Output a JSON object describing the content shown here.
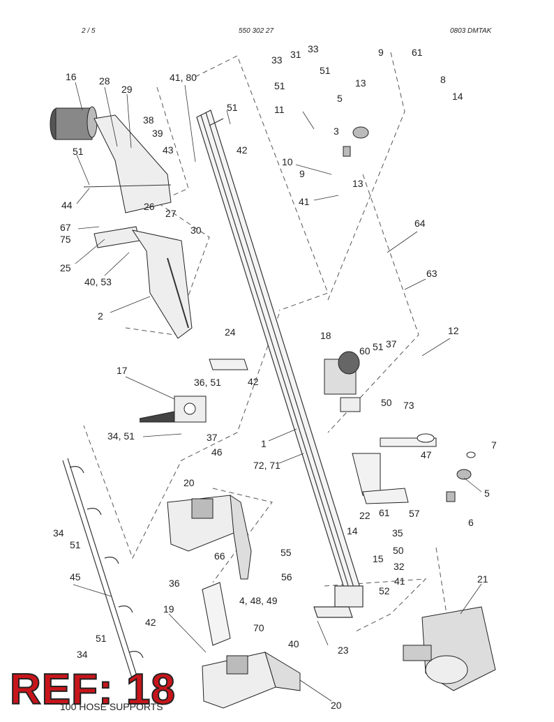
{
  "header": {
    "page": "2 /   5",
    "part_number": "550 302 27",
    "code": "0803   DMTAK"
  },
  "caption": "100 HOSE SUPPORTS",
  "ref_badge": "REF: 18",
  "callouts": [
    {
      "label": "16"
    },
    {
      "label": "28"
    },
    {
      "label": "29"
    },
    {
      "label": "38"
    },
    {
      "label": "39"
    },
    {
      "label": "43"
    },
    {
      "label": "51"
    },
    {
      "label": "44"
    },
    {
      "label": "26"
    },
    {
      "label": "27"
    },
    {
      "label": "67"
    },
    {
      "label": "75"
    },
    {
      "label": "30"
    },
    {
      "label": "25"
    },
    {
      "label": "40, 53"
    },
    {
      "label": "2"
    },
    {
      "label": "41, 80"
    },
    {
      "label": "51"
    },
    {
      "label": "42"
    },
    {
      "label": "33"
    },
    {
      "label": "31"
    },
    {
      "label": "33"
    },
    {
      "label": "51"
    },
    {
      "label": "51"
    },
    {
      "label": "11"
    },
    {
      "label": "13"
    },
    {
      "label": "9"
    },
    {
      "label": "61"
    },
    {
      "label": "8"
    },
    {
      "label": "14"
    },
    {
      "label": "5"
    },
    {
      "label": "3"
    },
    {
      "label": "10"
    },
    {
      "label": "9"
    },
    {
      "label": "13"
    },
    {
      "label": "41"
    },
    {
      "label": "64"
    },
    {
      "label": "63"
    },
    {
      "label": "12"
    },
    {
      "label": "18"
    },
    {
      "label": "60"
    },
    {
      "label": "51"
    },
    {
      "label": "37"
    },
    {
      "label": "24"
    },
    {
      "label": "17"
    },
    {
      "label": "36, 51"
    },
    {
      "label": "42"
    },
    {
      "label": "34, 51"
    },
    {
      "label": "37"
    },
    {
      "label": "46"
    },
    {
      "label": "1"
    },
    {
      "label": "72, 71"
    },
    {
      "label": "50"
    },
    {
      "label": "73"
    },
    {
      "label": "47"
    },
    {
      "label": "7"
    },
    {
      "label": "5"
    },
    {
      "label": "6"
    },
    {
      "label": "57"
    },
    {
      "label": "22"
    },
    {
      "label": "61"
    },
    {
      "label": "35"
    },
    {
      "label": "50"
    },
    {
      "label": "14"
    },
    {
      "label": "15"
    },
    {
      "label": "32"
    },
    {
      "label": "41"
    },
    {
      "label": "52"
    },
    {
      "label": "21"
    },
    {
      "label": "20"
    },
    {
      "label": "34"
    },
    {
      "label": "51"
    },
    {
      "label": "66"
    },
    {
      "label": "55"
    },
    {
      "label": "36"
    },
    {
      "label": "56"
    },
    {
      "label": "4, 48, 49"
    },
    {
      "label": "45"
    },
    {
      "label": "19"
    },
    {
      "label": "70"
    },
    {
      "label": "42"
    },
    {
      "label": "40"
    },
    {
      "label": "23"
    },
    {
      "label": "51"
    },
    {
      "label": "34"
    },
    {
      "label": "20"
    }
  ]
}
